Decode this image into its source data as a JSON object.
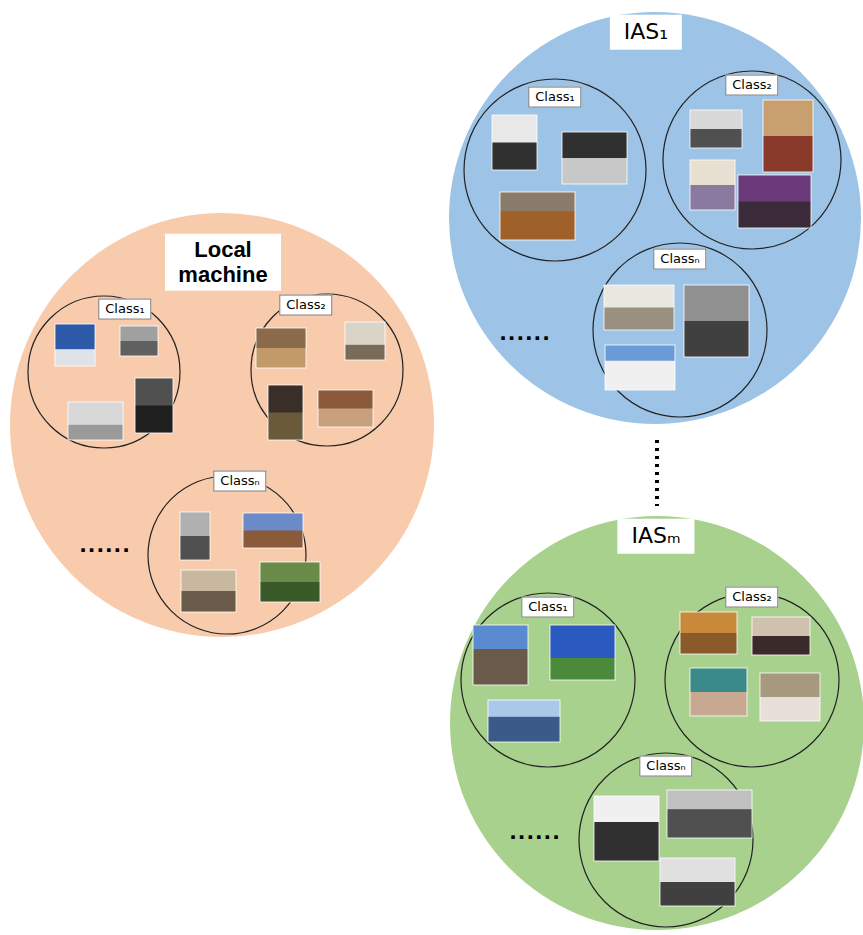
{
  "diagram": {
    "nodes": [
      {
        "text": [
          "Local machine"
        ]
      },
      {
        "text": [
          "Class₁"
        ],
        "in": 0
      },
      {
        "text": [
          "Class₂"
        ],
        "in": 0
      },
      {
        "text": [
          "Classₙ"
        ],
        "in": 0
      },
      {
        "text": [
          "IAS₁"
        ]
      },
      {
        "text": [
          "Class₁"
        ],
        "in": 4
      },
      {
        "text": [
          "Class₂"
        ],
        "in": 4
      },
      {
        "text": [
          "Classₙ"
        ],
        "in": 4
      },
      {
        "text": [
          "IASₘ"
        ]
      },
      {
        "text": [
          "Class₁"
        ],
        "in": 8
      },
      {
        "text": [
          "Class₂"
        ],
        "in": 8
      },
      {
        "text": [
          "Classₙ"
        ],
        "in": 8
      }
    ],
    "labels": [
      "......",
      "......",
      "......"
    ]
  }
}
